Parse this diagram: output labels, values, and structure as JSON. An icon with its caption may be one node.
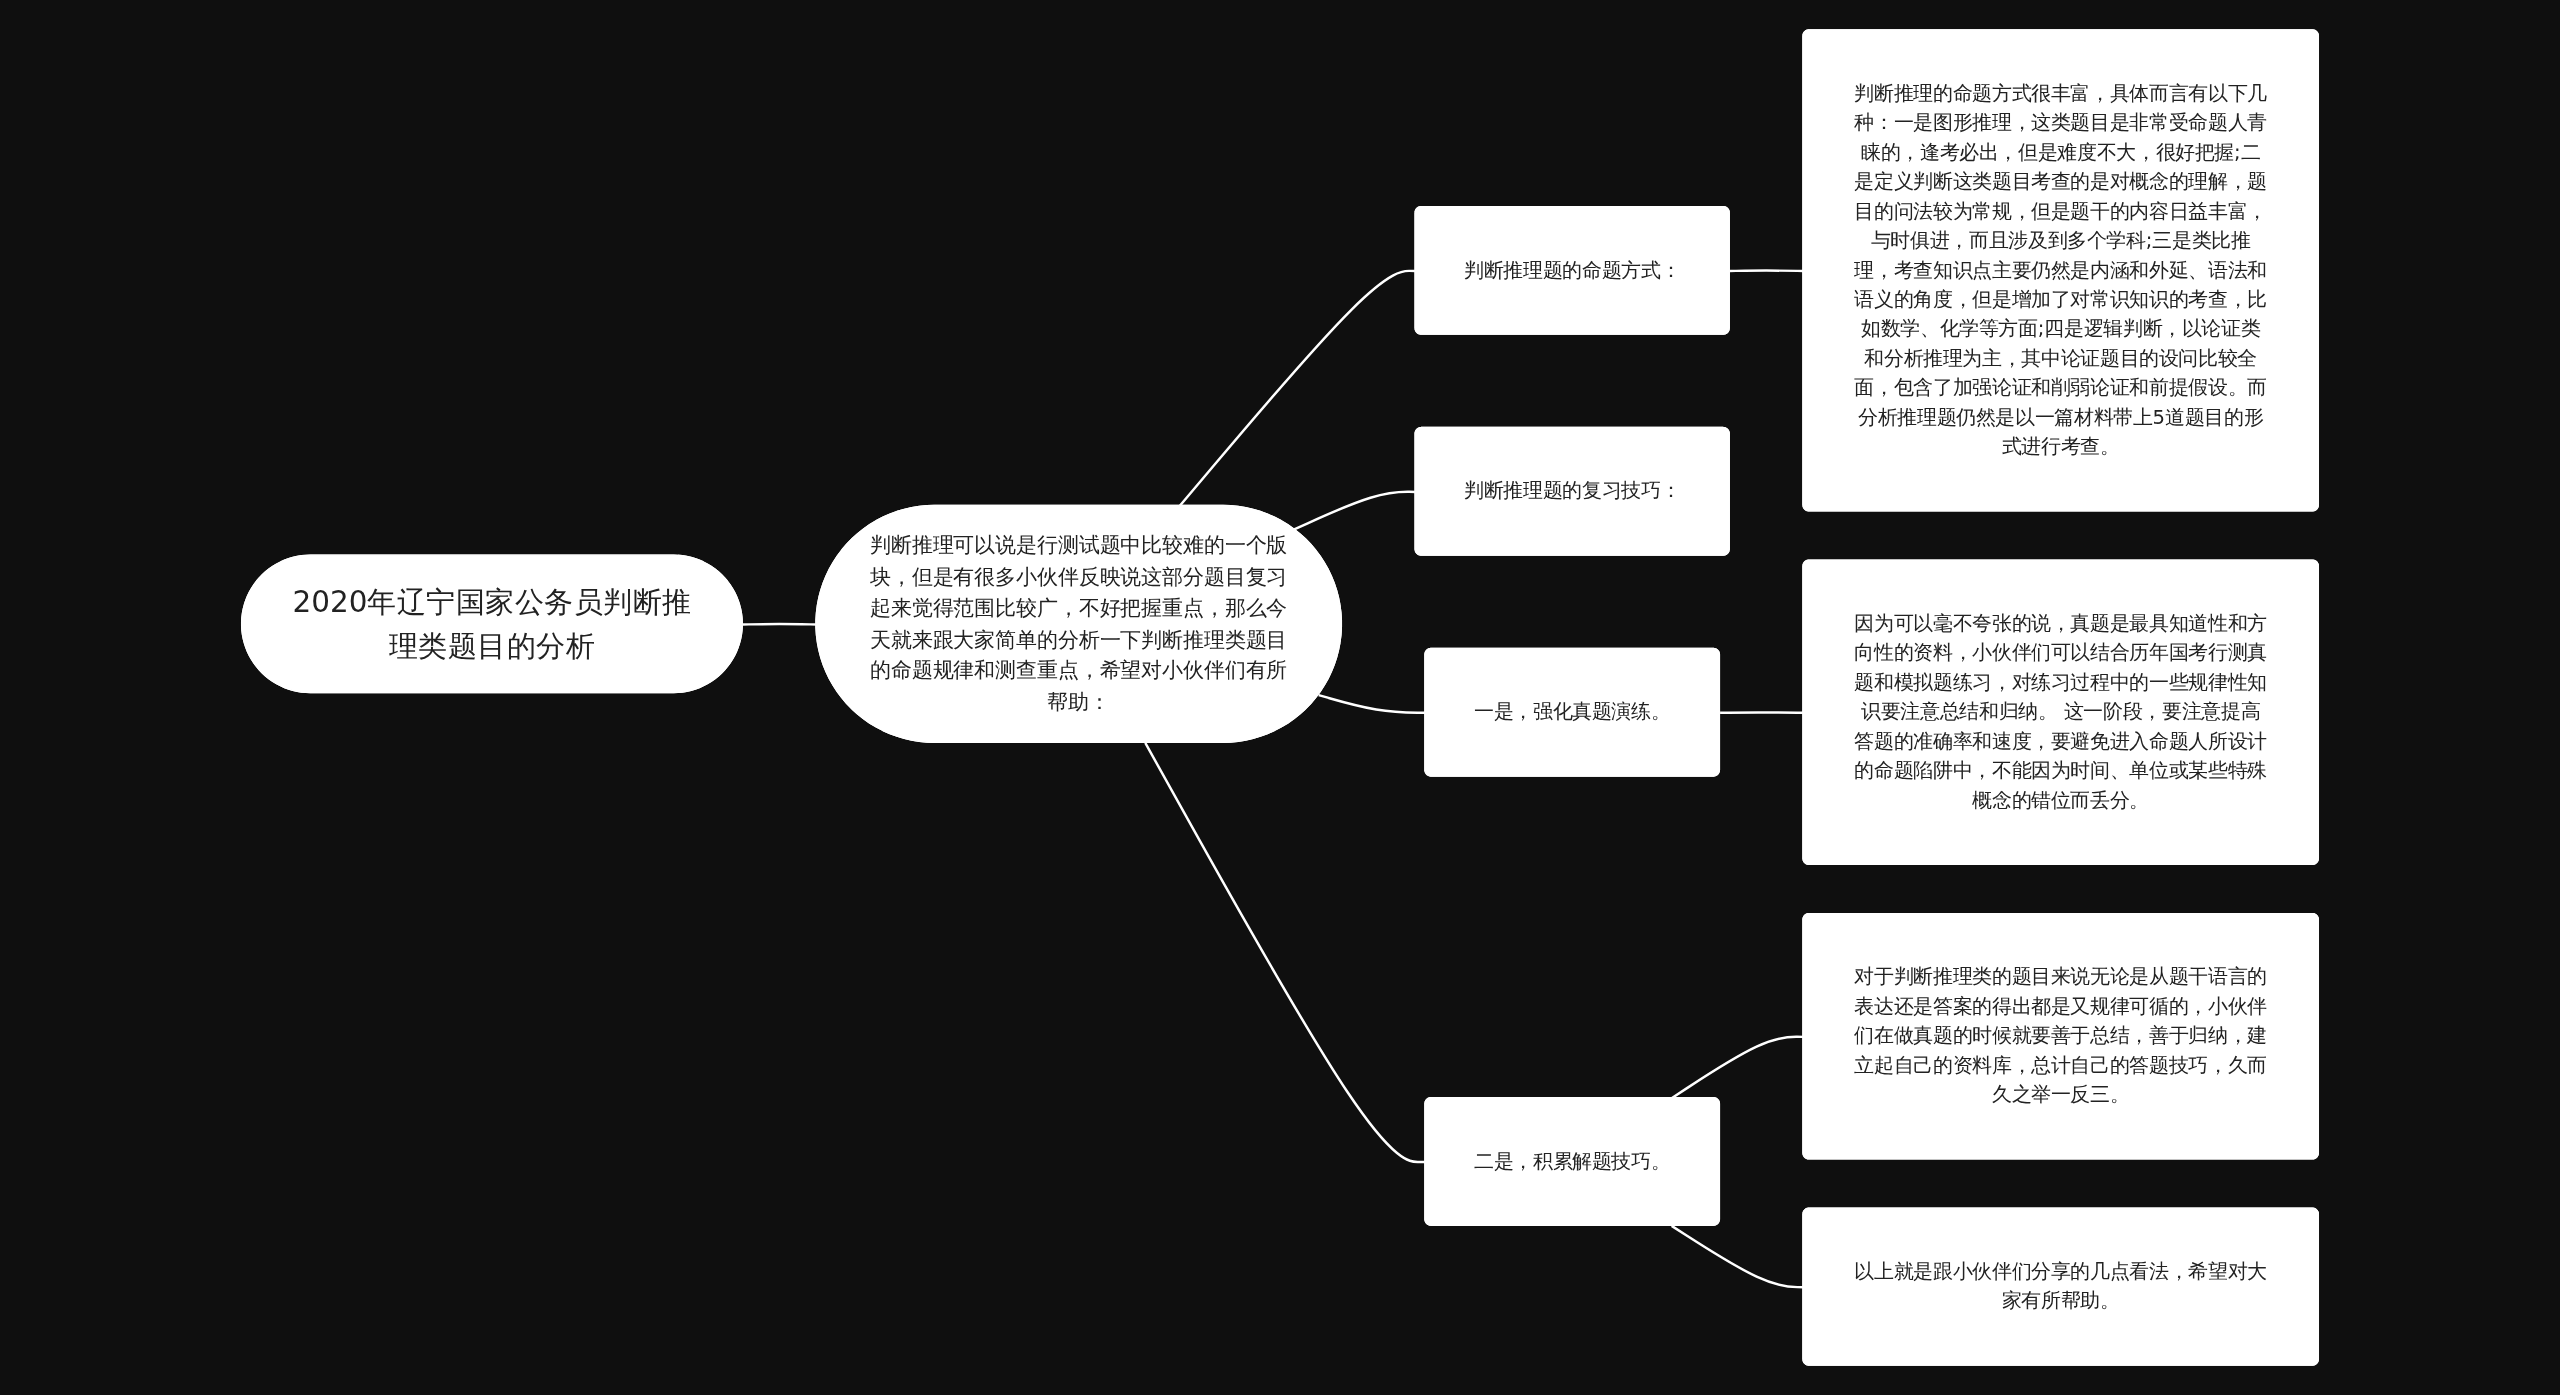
{
  "diagram": {
    "nodes": [
      {
        "text": [
          "2020年辽宁国家公务员判断推理类题目的分析"
        ]
      },
      {
        "text": [
          "判断推理可以说是行测试题中比较难的一个版块，但是有很多小伙伴反映说这部分题目复习起来觉得范围比较广，不好把握重点，那么今天就来跟大家简单的分析一下判断推理类题目的命题规律和测查重点，希望对小伙伴们有所帮助："
        ]
      },
      {
        "text": [
          "判断推理题的命题方式："
        ]
      },
      {
        "text": [
          "判断推理的命题方式很丰富，具体而言有以下几种：一是图形推理，这类题目是非常受命题人青睐的，逢考必出，但是难度不大，很好把握;二是定义判断这类题目考查的是对概念的理解，题目的问法较为常规，但是题干的内容日益丰富，与时俱进，而且涉及到多个学科;三是类比推理，考查知识点主要仍然是内涵和外延、语法和语义的角度，但是增加了对常识知识的考查，比如数学、化学等方面;四是逻辑判断，以论证类和分析推理为主，其中论证题目的设问比较全面，包含了加强论证和削弱论证和前提假设。而分析推理题仍然是以一篇材料带上5道题目的形式进行考查。"
        ]
      },
      {
        "text": [
          "判断推理题的复习技巧："
        ]
      },
      {
        "text": [
          "一是，强化真题演练。"
        ]
      },
      {
        "text": [
          "因为可以毫不夸张的说，真题是最具知道性和方向性的资料，小伙伴们可以结合历年国考行测真题和模拟题练习，对练习过程中的一些规律性知识要注意总结和归纳。 这一阶段，要注意提高答题的准确率和速度，要避免进入命题人所设计的命题陷阱中，不能因为时间、单位或某些特殊概念的错位而丢分。"
        ]
      },
      {
        "text": [
          "二是，积累解题技巧。"
        ]
      },
      {
        "text": [
          "对于判断推理类的题目来说无论是从题干语言的表达还是答案的得出都是又规律可循的，小伙伴们在做真题的时候就要善于总结，善于归纳，建立起自己的资料库，总计自己的答题技巧，久而久之举一反三。"
        ]
      },
      {
        "text": [
          "以上就是跟小伙伴们分享的几点看法，希望对大家有所帮助。"
        ]
      }
    ],
    "edges": [
      {
        "from": 0,
        "to": 1,
        "arrow": "none"
      },
      {
        "from": 1,
        "to": 2,
        "arrow": "none"
      },
      {
        "from": 1,
        "to": 4,
        "arrow": "none"
      },
      {
        "from": 1,
        "to": 5,
        "arrow": "none"
      },
      {
        "from": 1,
        "to": 7,
        "arrow": "none"
      },
      {
        "from": 2,
        "to": 3,
        "arrow": "none"
      },
      {
        "from": 5,
        "to": 6,
        "arrow": "none"
      },
      {
        "from": 7,
        "to": 8,
        "arrow": "none"
      },
      {
        "from": 7,
        "to": 9,
        "arrow": "none"
      }
    ]
  }
}
